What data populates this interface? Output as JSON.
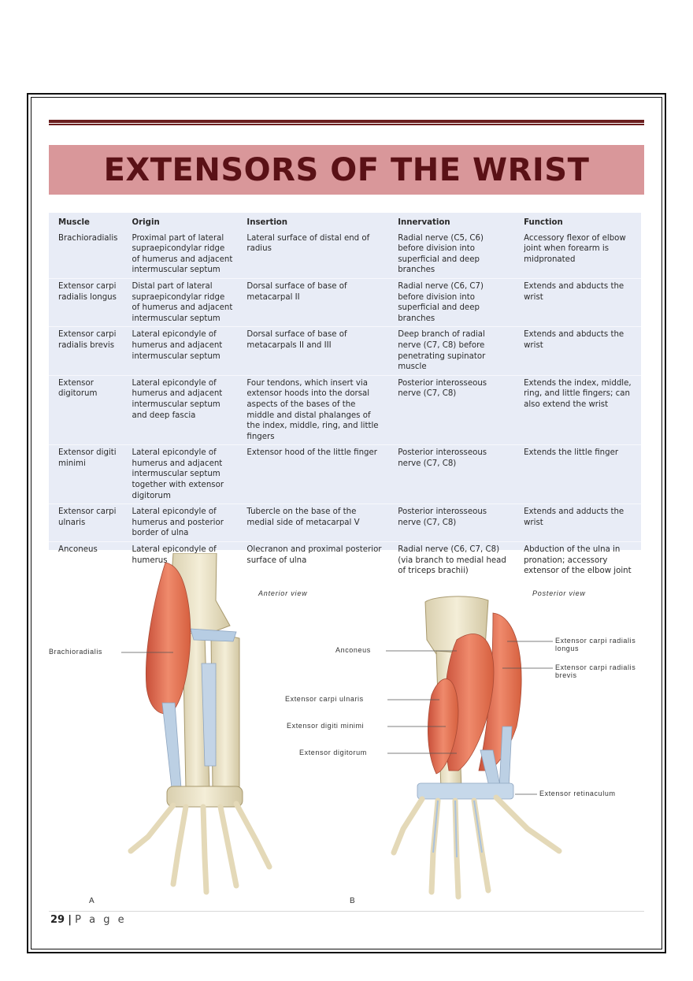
{
  "title": "EXTENSORS OF THE WRIST",
  "table": {
    "headers": [
      "Muscle",
      "Origin",
      "Insertion",
      "Innervation",
      "Function"
    ],
    "rows": [
      [
        "Brachioradialis",
        "Proximal part of lateral supraepicondylar ridge of humerus and adjacent intermuscular septum",
        "Lateral surface of distal end of radius",
        "Radial nerve (C5, C6) before division into superficial and deep branches",
        "Accessory flexor of elbow joint when forearm is midpronated"
      ],
      [
        "Extensor carpi radialis longus",
        "Distal part of lateral supraepicondylar ridge of humerus and adjacent intermuscular septum",
        "Dorsal surface of base of metacarpal II",
        "Radial nerve (C6, C7) before division into superficial and deep branches",
        "Extends and abducts the wrist"
      ],
      [
        "Extensor carpi radialis brevis",
        "Lateral epicondyle of humerus and adjacent intermuscular septum",
        "Dorsal surface of base of metacarpals II and III",
        "Deep branch of radial nerve (C7, C8) before penetrating supinator muscle",
        "Extends and abducts the wrist"
      ],
      [
        "Extensor digitorum",
        "Lateral epicondyle of humerus and adjacent intermuscular septum and deep fascia",
        "Four tendons, which insert via extensor hoods into the dorsal aspects of the bases of the middle and distal phalanges of the index, middle, ring, and little fingers",
        "Posterior interosseous nerve (C7, C8)",
        "Extends the index, middle, ring, and little fingers; can also extend the wrist"
      ],
      [
        "Extensor digiti minimi",
        "Lateral epicondyle of humerus and adjacent intermuscular septum together with extensor digitorum",
        "Extensor hood of the little finger",
        "Posterior interosseous nerve (C7, C8)",
        "Extends the little finger"
      ],
      [
        "Extensor carpi ulnaris",
        "Lateral epicondyle of humerus and posterior border of ulna",
        "Tubercle on the base of the medial side of metacarpal V",
        "Posterior interosseous nerve (C7, C8)",
        "Extends and adducts the wrist"
      ],
      [
        "Anconeus",
        "Lateral epicondyle of humerus",
        "Olecranon and proximal posterior surface of ulna",
        "Radial nerve (C6, C7, C8) (via branch to medial head of triceps brachii)",
        "Abduction of the ulna in pronation; accessory extensor of the elbow joint"
      ]
    ]
  },
  "figure": {
    "anterior_view_label": "Anterior view",
    "posterior_view_label": "Posterior view",
    "panel_a": "A",
    "panel_b": "B",
    "labels": {
      "brachioradialis": "Brachioradialis",
      "anconeus": "Anconeus",
      "ecu": "Extensor carpi ulnaris",
      "edm": "Extensor digiti minimi",
      "ed": "Extensor digitorum",
      "ecrl": "Extensor carpi radialis longus",
      "ecrb": "Extensor carpi radialis brevis",
      "retinaculum": "Extensor retinaculum"
    }
  },
  "footer": {
    "page_number": "29",
    "separator": "|",
    "page_word": "P a g e"
  }
}
